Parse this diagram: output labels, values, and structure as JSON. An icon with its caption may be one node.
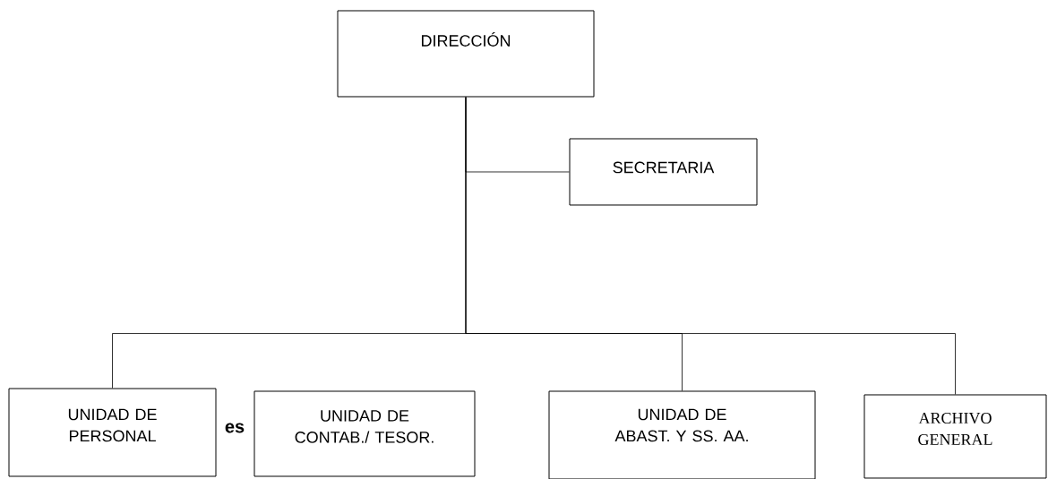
{
  "diagram": {
    "nodes": [
      {
        "text": [
          "DIRECCIÓN"
        ]
      },
      {
        "text": [
          "SECRETARIA"
        ]
      },
      {
        "text": [
          "UNIDAD DE PERSONAL"
        ]
      },
      {
        "text": [
          "UNIDAD DE CONTAB./ TESOR."
        ]
      },
      {
        "text": [
          "UNIDAD DE ABAST. Y SS. AA."
        ]
      },
      {
        "text": [
          "ARCHIVO GENERAL"
        ]
      }
    ],
    "edges": [
      {
        "from": 0,
        "to": 1,
        "arrow": "none"
      },
      {
        "from": 0,
        "to": 2,
        "arrow": "none"
      },
      {
        "from": 0,
        "to": 4,
        "arrow": "none"
      },
      {
        "from": 0,
        "to": 5,
        "arrow": "none"
      }
    ],
    "labels": [
      "es"
    ]
  }
}
